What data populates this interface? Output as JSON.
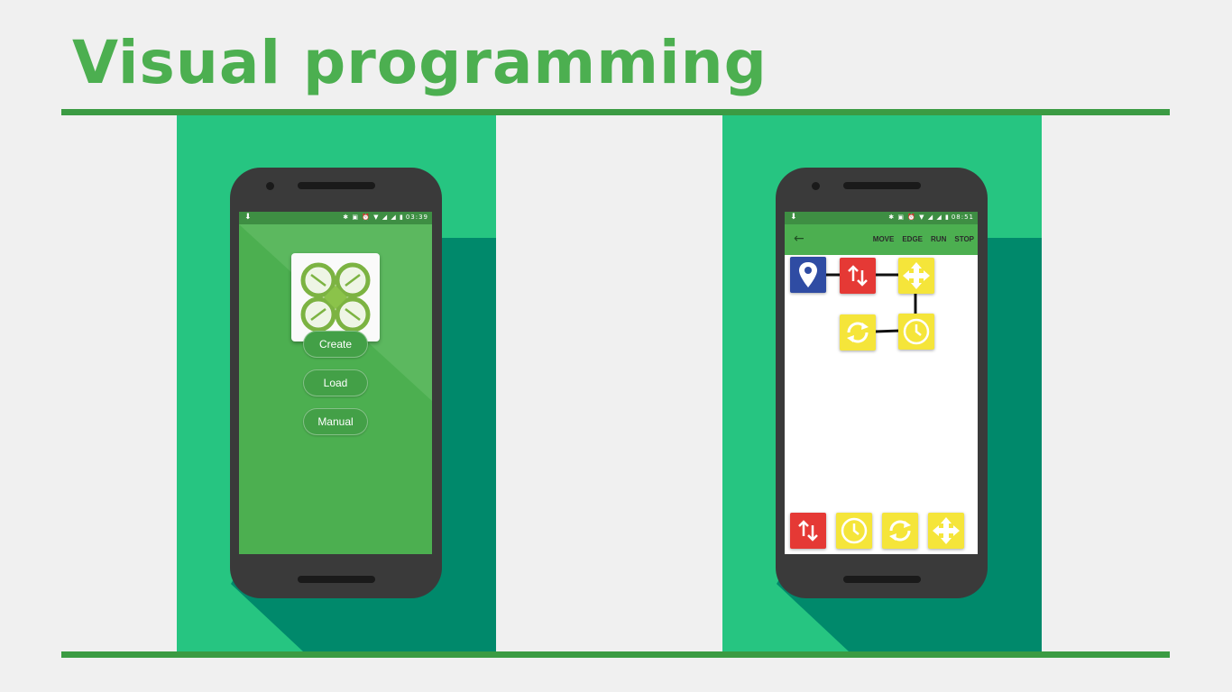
{
  "title": "Visual programming",
  "colors": {
    "accent": "#4caf50",
    "panel": "#26c581",
    "rule": "#3b9b43"
  },
  "left_phone": {
    "status_time": "03:39",
    "buttons": [
      "Create",
      "Load",
      "Manual"
    ]
  },
  "right_phone": {
    "status_time": "08:51",
    "toolbar": {
      "back_icon": "arrow-back-icon",
      "actions": [
        "MOVE",
        "EDGE",
        "RUN",
        "STOP"
      ]
    },
    "canvas_blocks": [
      {
        "kind": "location",
        "color": "blue",
        "icon": "location-pin-icon"
      },
      {
        "kind": "up-down",
        "color": "red",
        "icon": "up-down-arrows-icon"
      },
      {
        "kind": "move",
        "color": "yellow",
        "icon": "four-way-arrows-icon"
      },
      {
        "kind": "repeat",
        "color": "yellow",
        "icon": "repeat-icon"
      },
      {
        "kind": "wait",
        "color": "yellow",
        "icon": "clock-icon"
      }
    ],
    "palette_blocks": [
      {
        "kind": "up-down",
        "color": "red",
        "icon": "up-down-arrows-icon"
      },
      {
        "kind": "wait",
        "color": "yellow",
        "icon": "clock-icon"
      },
      {
        "kind": "repeat",
        "color": "yellow",
        "icon": "repeat-icon"
      },
      {
        "kind": "move",
        "color": "yellow",
        "icon": "four-way-arrows-icon"
      }
    ]
  }
}
